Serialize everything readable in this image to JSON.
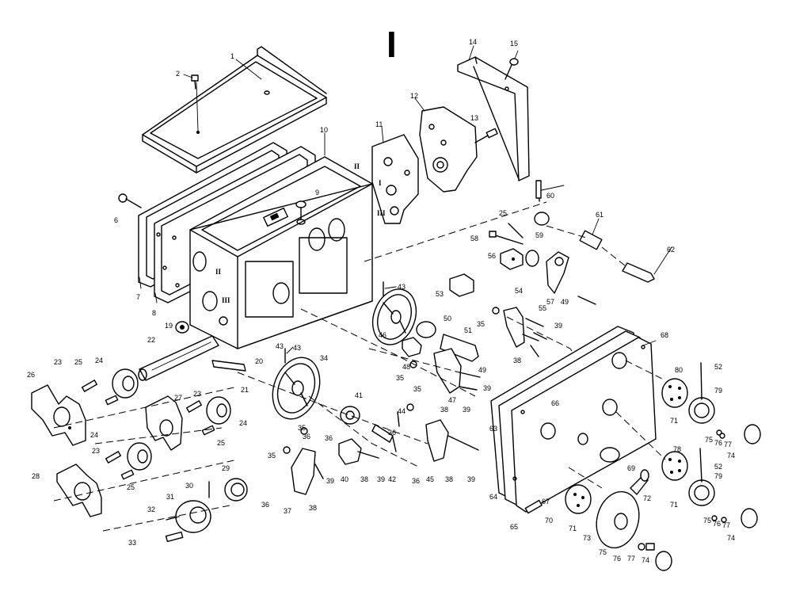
{
  "diagram": {
    "section_mark": "I",
    "callouts": [
      "1",
      "2",
      "6",
      "7",
      "8",
      "9",
      "10",
      "11",
      "12",
      "13",
      "14",
      "15",
      "19",
      "20",
      "21",
      "22",
      "23",
      "24",
      "25",
      "26",
      "27",
      "28",
      "29",
      "30",
      "31",
      "32",
      "33",
      "34",
      "35",
      "36",
      "37",
      "38",
      "39",
      "40",
      "41",
      "42",
      "43",
      "44",
      "45",
      "46",
      "47",
      "48",
      "49",
      "50",
      "51",
      "52",
      "53",
      "54",
      "55",
      "56",
      "57",
      "58",
      "59",
      "60",
      "61",
      "62",
      "63",
      "64",
      "65",
      "66",
      "67",
      "68",
      "69",
      "70",
      "71",
      "72",
      "73",
      "74",
      "75",
      "76",
      "77",
      "78",
      "79",
      "80"
    ],
    "roman_marks": [
      "II",
      "III",
      "I",
      "II",
      "III"
    ],
    "colors": {
      "ink": "#000000",
      "paper": "#ffffff"
    }
  }
}
